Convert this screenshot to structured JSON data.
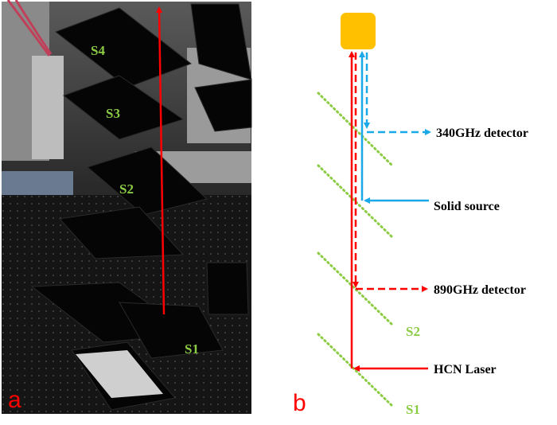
{
  "panel_a": {
    "label": "a",
    "splitters": [
      "S4",
      "S3",
      "S2",
      "S1"
    ]
  },
  "panel_b": {
    "label": "b",
    "labels": {
      "det340": "340GHz detector",
      "solid": "Solid source",
      "det890": "890GHz detector",
      "s2": "S2",
      "hcn": "HCN Laser",
      "s1": "S1"
    }
  },
  "colors": {
    "red": "#ff0000",
    "blue": "#1aa9e8",
    "green": "#8ccc44",
    "target": "#ffc000",
    "splitter_label": "#8ccc44"
  }
}
